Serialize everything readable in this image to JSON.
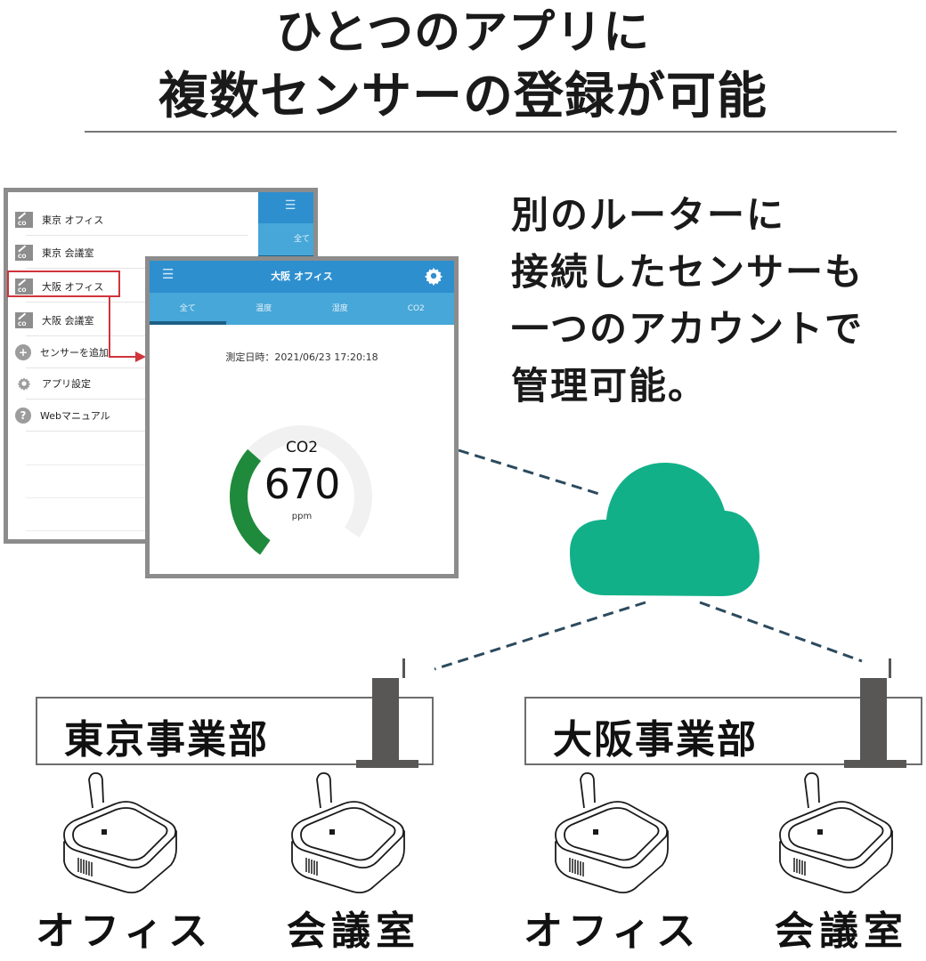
{
  "headline": {
    "line1": "ひとつのアプリに",
    "line2": "複数センサーの登録が可能"
  },
  "description": {
    "lines": [
      "別のルーターに",
      "接続したセンサーも",
      "一つのアカウントで",
      "管理可能。"
    ]
  },
  "back_panel": {
    "menu_items": [
      {
        "label": "東京 オフィス",
        "icon": "co2-sensor-icon"
      },
      {
        "label": "東京 会議室",
        "icon": "co2-sensor-icon"
      },
      {
        "label": "大阪 オフィス",
        "icon": "co2-sensor-icon",
        "selected": true
      },
      {
        "label": "大阪 会議室",
        "icon": "co2-sensor-icon"
      },
      {
        "label": "センサーを追加",
        "icon": "plus-circle-icon"
      },
      {
        "label": "アプリ設定",
        "icon": "gear-icon"
      },
      {
        "label": "Webマニュアル",
        "icon": "help-circle-icon"
      }
    ],
    "peek_menu_glyph": "☰",
    "peek_tab_label": "全て"
  },
  "app": {
    "menu_glyph": "☰",
    "title": "大阪 オフィス",
    "tabs": [
      {
        "label": "全て",
        "active": true
      },
      {
        "label": "温度"
      },
      {
        "label": "湿度"
      },
      {
        "label": "CO2"
      }
    ],
    "timestamp": "測定日時：2021/06/23 17:20:18",
    "gauge": {
      "label": "CO2",
      "value": "670",
      "unit": "ppm",
      "color": "#1f8a3c",
      "track_color": "#f1f1f1"
    }
  },
  "colors": {
    "header_blue": "#2e8fcf",
    "tab_blue": "#47a7d8",
    "tab_indicator": "#1d5f86",
    "cloud_green": "#12b089",
    "selection_red": "#d0343c",
    "router_gray": "#595656",
    "dash_line": "#2c4a5e"
  },
  "network": {
    "offices": [
      {
        "name": "東京事業部",
        "sensors": [
          {
            "label": "オフィス"
          },
          {
            "label": "会議室"
          }
        ]
      },
      {
        "name": "大阪事業部",
        "sensors": [
          {
            "label": "オフィス"
          },
          {
            "label": "会議室"
          }
        ]
      }
    ]
  }
}
